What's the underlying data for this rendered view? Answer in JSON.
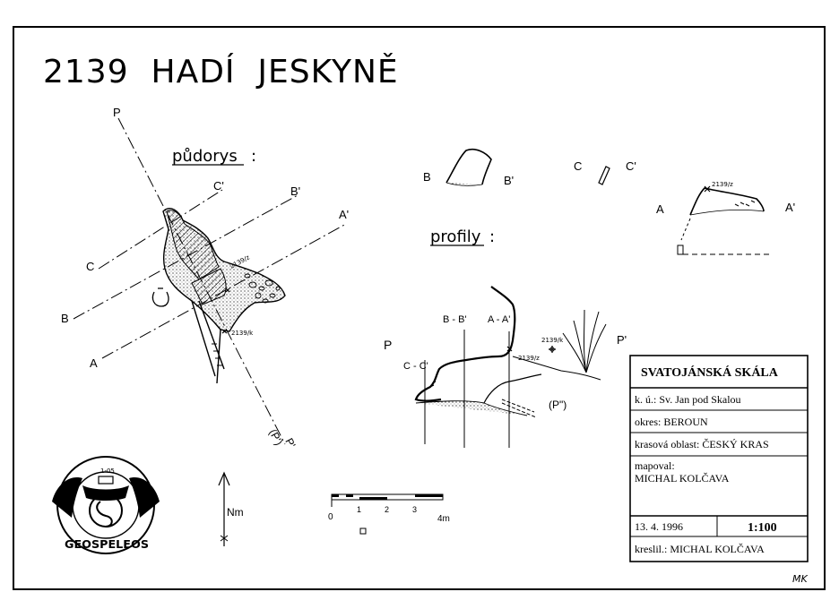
{
  "title": "2139  HADÍ  JESKYNĚ",
  "plan_label": "půdorys",
  "plan_colon": ":",
  "profiles_label": "profily",
  "profiles_colon": ":",
  "section_labels": {
    "C": "C",
    "C_prime": "C'",
    "B": "B",
    "B_prime": "B'",
    "A": "A",
    "A_prime": "A'",
    "P": "P",
    "P_prime": "P'",
    "P_double": "(P\")",
    "P_paren": "(P')",
    "BB": "B - B'",
    "AA": "A - A'",
    "CC": "C - C'"
  },
  "station_labels": {
    "z": "2139/z",
    "k": "2139/k"
  },
  "north_label": "Nm",
  "scale": {
    "ticks": [
      "0",
      "1",
      "2",
      "3",
      "4m"
    ]
  },
  "logo": {
    "top": "1-05",
    "ring": "GEOSPELEOS"
  },
  "info_box": {
    "name": "SVATOJÁNSKÁ SKÁLA",
    "ku": "k. ú.: Sv. Jan pod Skalou",
    "okres": "okres: BEROUN",
    "oblast": "krasová oblast: ČESKÝ KRAS",
    "mapoval_label": "mapoval:",
    "mapoval_name": "MICHAL KOLČAVA",
    "date": "13. 4. 1996",
    "scale": "1:100",
    "kreslil": "kreslil.: MICHAL KOLČAVA"
  },
  "signature": "MK"
}
